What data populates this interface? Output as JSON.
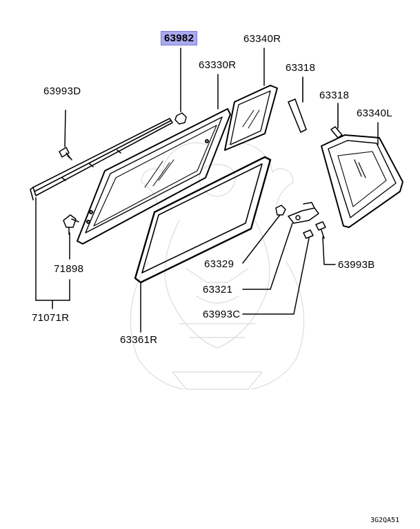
{
  "diagram_code": "3G2QA51",
  "highlight_color": "#a9a9f0",
  "labels": {
    "p63982": "63982",
    "p63340R": "63340R",
    "p63330R": "63330R",
    "p63318_a": "63318",
    "p63993D": "63993D",
    "p63318_b": "63318",
    "p63340L": "63340L",
    "p71898": "71898",
    "p71071R": "71071R",
    "p63329": "63329",
    "p63321": "63321",
    "p63993B": "63993B",
    "p63993C": "63993C",
    "p63361R": "63361R"
  }
}
